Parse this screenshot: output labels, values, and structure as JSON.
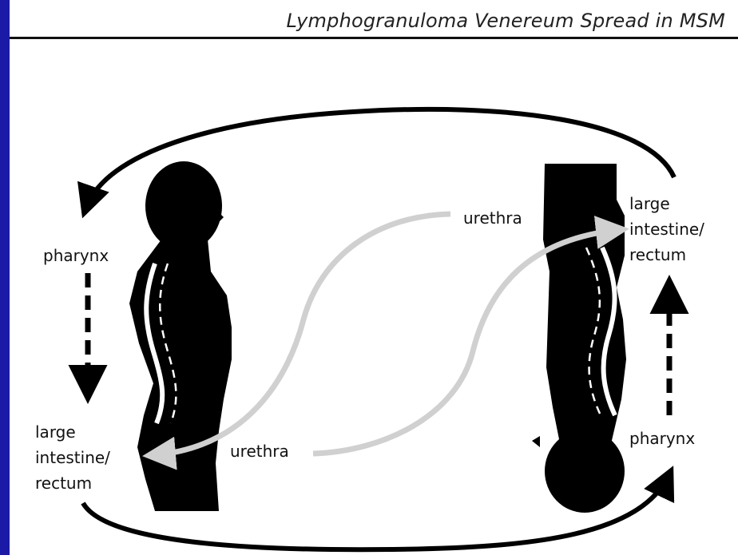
{
  "title": "Lymphogranuloma Venereum Spread in MSM",
  "left_figure": {
    "pharynx": "pharynx",
    "rectum_lines": [
      "large",
      "intestine/",
      "rectum"
    ]
  },
  "right_figure": {
    "pharynx": "pharynx",
    "rectum_lines": [
      "large",
      "intestine/",
      "rectum"
    ]
  },
  "urethra_upper": "urethra",
  "urethra_lower": "urethra",
  "colors": {
    "background": "#1a1aa6",
    "panel": "#ffffff",
    "silhouette": "#000000",
    "urethra_arrow": "#d0d0d0",
    "cycle_arrow": "#000000"
  }
}
